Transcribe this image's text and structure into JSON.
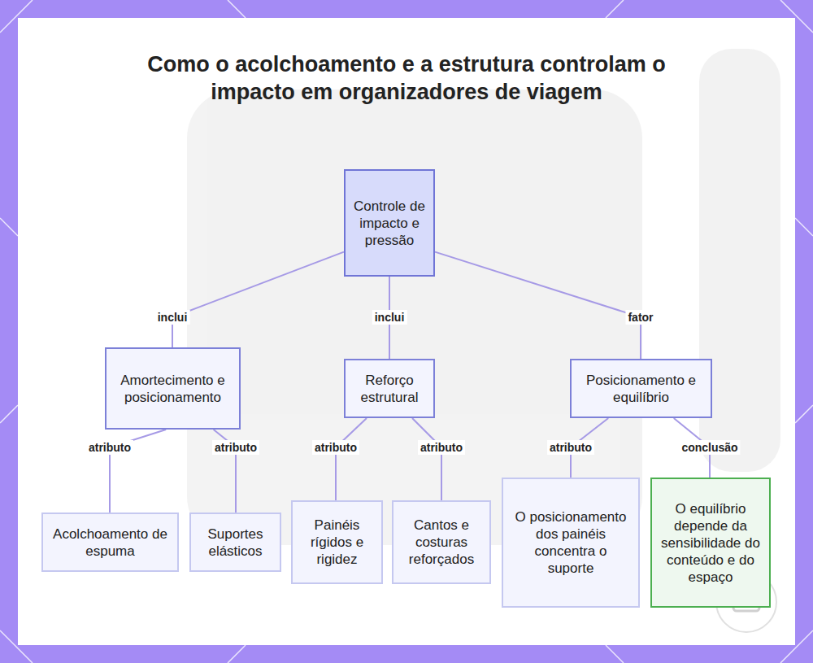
{
  "diagram": {
    "title": "Como o acolchoamento e a estrutura controlam o impacto em organizadores de viagem",
    "nodes": [
      {
        "text": [
          "Controle de impacto e pressão"
        ]
      },
      {
        "text": [
          "Amortecimento e posicionamento"
        ]
      },
      {
        "text": [
          "Reforço estrutural"
        ]
      },
      {
        "text": [
          "Posicionamento e equilíbrio"
        ]
      },
      {
        "text": [
          "Acolchoamento de espuma"
        ]
      },
      {
        "text": [
          "Suportes elásticos"
        ]
      },
      {
        "text": [
          "Painéis rígidos e rigidez"
        ]
      },
      {
        "text": [
          "Cantos e costuras reforçados"
        ]
      },
      {
        "text": [
          "O posicionamento dos painéis concentra o suporte"
        ]
      },
      {
        "text": [
          "O equilíbrio depende da sensibilidade do conteúdo e do espaço"
        ]
      }
    ],
    "edges": [
      {
        "from": 0,
        "to": 1,
        "label": "inclui",
        "arrow": "none"
      },
      {
        "from": 0,
        "to": 2,
        "label": "inclui",
        "arrow": "none"
      },
      {
        "from": 0,
        "to": 3,
        "label": "fator",
        "arrow": "none"
      },
      {
        "from": 1,
        "to": 4,
        "label": "atributo",
        "arrow": "none"
      },
      {
        "from": 1,
        "to": 5,
        "label": "atributo",
        "arrow": "none"
      },
      {
        "from": 2,
        "to": 6,
        "label": "atributo",
        "arrow": "none"
      },
      {
        "from": 2,
        "to": 7,
        "label": "atributo",
        "arrow": "none"
      },
      {
        "from": 3,
        "to": 8,
        "label": "atributo",
        "arrow": "none"
      },
      {
        "from": 3,
        "to": 9,
        "label": "conclusão",
        "arrow": "none"
      }
    ]
  }
}
